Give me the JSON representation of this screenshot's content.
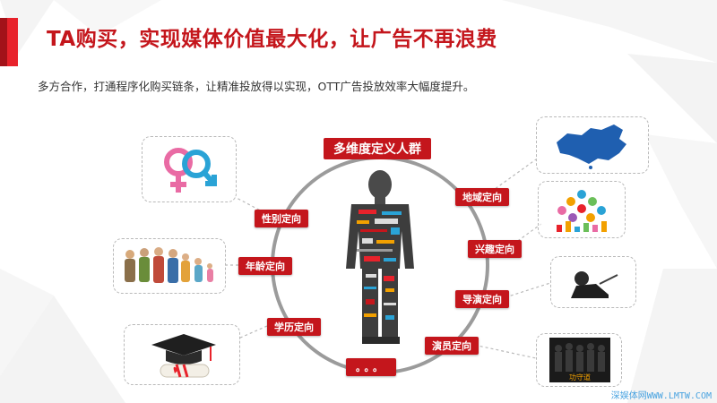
{
  "header": {
    "title": "TA购买，实现媒体价值最大化，让广告不再浪费",
    "subtitle": "多方合作，打通程序化购买链条，让精准投放得以实现，OTT广告投放效率大幅度提升。"
  },
  "diagram": {
    "center_label": "多维度定义人群",
    "left_tags": [
      "性别定向",
      "年龄定向",
      "学历定向"
    ],
    "bottom_tag": "。。。",
    "right_tags": [
      "地域定向",
      "兴趣定向",
      "导演定向",
      "演员定向"
    ],
    "poster_caption": "功守道"
  },
  "colors": {
    "accent": "#c4161c",
    "accent_bright": "#e8222b",
    "ring": "#9b9b9b",
    "female_symbol": "#e96ba4",
    "male_symbol": "#2aa3d6",
    "map": "#1f5fb0"
  },
  "watermark": "深娱体网WWW.LMTW.COM"
}
